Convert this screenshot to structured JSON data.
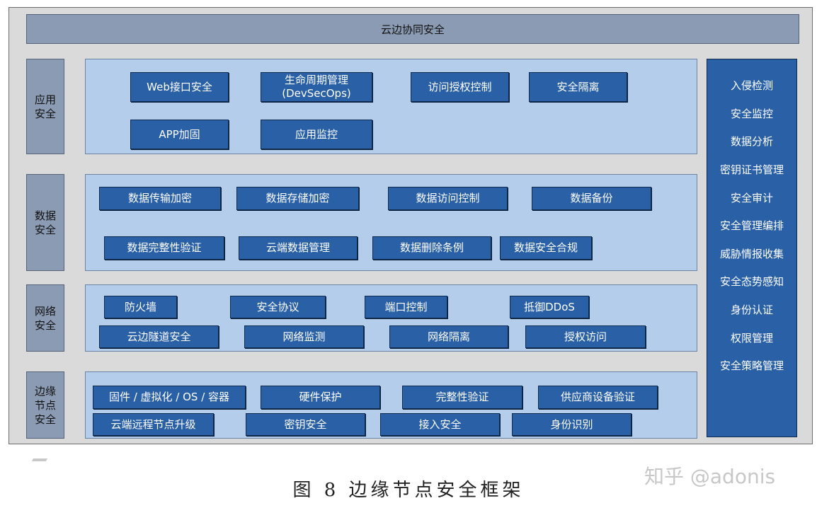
{
  "diagram": {
    "banner": "云边协同安全",
    "layers": [
      {
        "label": "应用安全",
        "items": [
          "Web接口安全",
          "生命周期管理\n(DevSecOps)",
          "访问授权控制",
          "安全隔离",
          "APP加固",
          "应用监控"
        ]
      },
      {
        "label": "数据安全",
        "items": [
          "数据传输加密",
          "数据存储加密",
          "数据访问控制",
          "数据备份",
          "数据完整性验证",
          "云端数据管理",
          "数据删除条例",
          "数据安全合规"
        ]
      },
      {
        "label": "网络安全",
        "items": [
          "防火墙",
          "安全协议",
          "端口控制",
          "抵御DDoS",
          "云边隧道安全",
          "网络监测",
          "网络隔离",
          "授权访问"
        ]
      },
      {
        "label": "边缘节点安全",
        "items": [
          "固件 / 虚拟化 / OS / 容器",
          "硬件保护",
          "完整性验证",
          "供应商设备验证",
          "云端远程节点升级",
          "密钥安全",
          "接入安全",
          "身份识别"
        ]
      }
    ],
    "sidebar": [
      "入侵检测",
      "安全监控",
      "数据分析",
      "密钥证书管理",
      "安全审计",
      "安全管理编排",
      "威胁情报收集",
      "安全态势感知",
      "身份认证",
      "权限管理",
      "安全策略管理"
    ]
  },
  "caption": "图 8 边缘节点安全框架",
  "watermark": "知乎 @adonis",
  "colors": {
    "box_fill": "#2a60a6",
    "panel_fill": "#b3cdea",
    "label_fill": "#8c9bb4",
    "frame_fill": "#dadada"
  }
}
